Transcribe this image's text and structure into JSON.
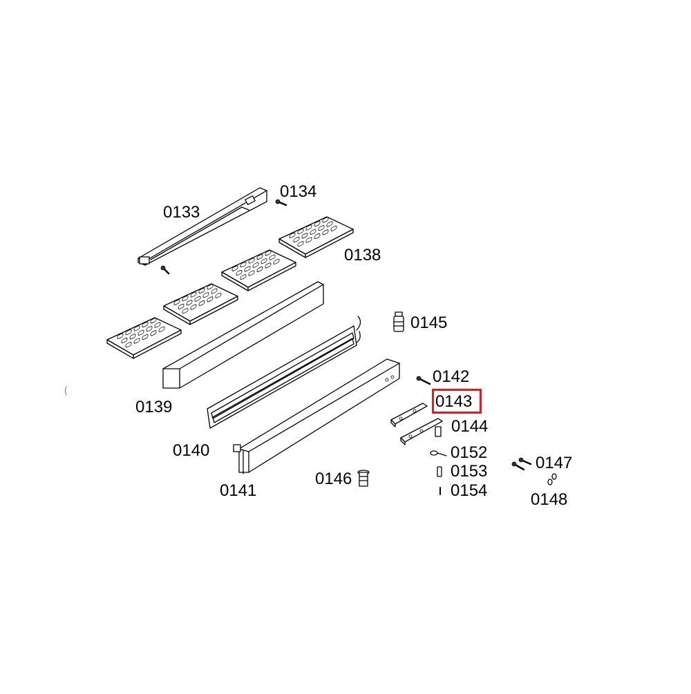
{
  "diagram": {
    "highlight_color": "#e01b24",
    "labels": {
      "p0133": "0133",
      "p0134": "0134",
      "p0138": "0138",
      "p0139": "0139",
      "p0140": "0140",
      "p0141": "0141",
      "p0142": "0142",
      "p0143": "0143",
      "p0144": "0144",
      "p0145": "0145",
      "p0146": "0146",
      "p0147": "0147",
      "p0148": "0148",
      "p0152": "0152",
      "p0153": "0153",
      "p0154": "0154"
    },
    "highlighted_part": "0143"
  }
}
